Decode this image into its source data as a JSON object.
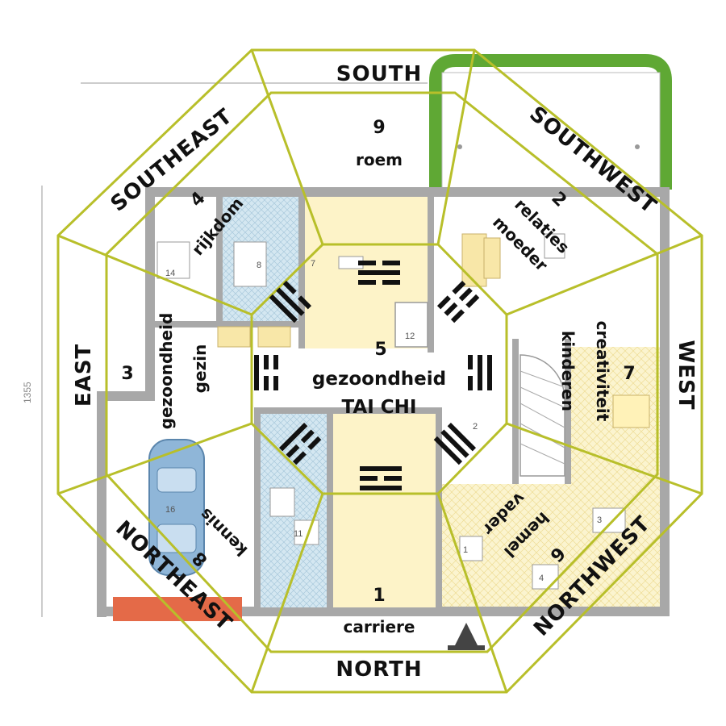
{
  "directions": {
    "south": "SOUTH",
    "north": "NORTH",
    "east": "EAST",
    "west": "WEST",
    "southeast": "SOUTHEAST",
    "southwest": "SOUTHWEST",
    "northeast": "NORTHEAST",
    "northwest": "NORTHWEST"
  },
  "zones": {
    "south": {
      "number": "9",
      "label": "roem"
    },
    "southwest": {
      "number": "2",
      "label_1": "relaties",
      "label_2": "moeder"
    },
    "west": {
      "number": "7",
      "label_1": "creativiteit",
      "label_2": "kinderen"
    },
    "northwest": {
      "number": "6",
      "label_1": "hemel",
      "label_2": "vader"
    },
    "north": {
      "number": "1",
      "label": "carriere"
    },
    "northeast": {
      "number": "8",
      "label": "kennis"
    },
    "east": {
      "number": "3",
      "label_1": "gezoondheid",
      "label_2": "gezin"
    },
    "southeast": {
      "number": "4",
      "label": "rijkdom"
    },
    "center": {
      "number": "5",
      "label_1": "gezoondheid",
      "label_2": "TAI CHI"
    }
  },
  "floorplan": {
    "room_numbers": [
      "7",
      "8",
      "14",
      "12",
      "2",
      "3",
      "1",
      "4",
      "11",
      "16"
    ],
    "dimension_label": "1355"
  },
  "colors": {
    "octagon": "#b8bf2a",
    "room_fill": "#fdf3c8",
    "tile_fill": "#cfe3ee",
    "wall": "#9a9a9a",
    "garden_path": "#5fa834",
    "car": "#8fb6d8",
    "garage_block": "#e46a48"
  }
}
